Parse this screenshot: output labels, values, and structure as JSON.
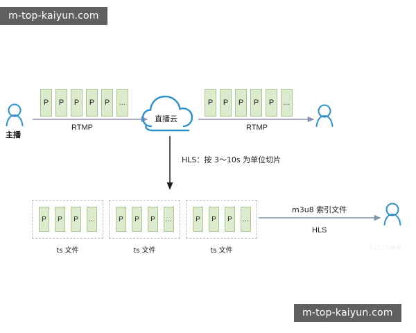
{
  "watermarks": {
    "top": "m-top-kaiyun.com",
    "bottom": "m-top-kaiyun.com",
    "faint": "51CTO博客"
  },
  "colors": {
    "packet_fill": "#dceacd",
    "packet_border": "#a9c48d",
    "cloud_stroke": "#2b8fc9",
    "actor_stroke": "#2b8fc9",
    "arrow_rtmp": "#8b93b4",
    "arrow_hls_vertical": "#1a1a1a",
    "arrow_m3u8": "#7f96ab",
    "dashed_border": "#b9b9b9",
    "watermark_bg": "#5f5f5f",
    "watermark_text": "#ffffff"
  },
  "actors": {
    "broadcaster": {
      "label": "主播",
      "icon": "person-icon"
    },
    "viewer_rtmp": {
      "label": "",
      "icon": "person-icon"
    },
    "viewer_hls": {
      "label": "",
      "icon": "person-icon"
    }
  },
  "cloud": {
    "label": "直播云",
    "icon": "cloud-icon"
  },
  "streams": {
    "ingest": {
      "protocol_label": "RTMP",
      "packets": [
        "P",
        "P",
        "P",
        "P",
        "P",
        "..."
      ]
    },
    "egress": {
      "protocol_label": "RTMP",
      "packets": [
        "P",
        "P",
        "P",
        "P",
        "P",
        "..."
      ]
    }
  },
  "hls_branch": {
    "arrow_label": "HLS：按 3～10s 为单位切片"
  },
  "ts_files": [
    {
      "label": "ts 文件",
      "packets": [
        "P",
        "P",
        "P",
        "..."
      ]
    },
    {
      "label": "ts 文件",
      "packets": [
        "P",
        "P",
        "P",
        "..."
      ]
    },
    {
      "label": "ts 文件",
      "packets": [
        "P",
        "P",
        "P",
        "..."
      ]
    }
  ],
  "delivery": {
    "top_label": "m3u8 索引文件",
    "bottom_label": "HLS"
  }
}
